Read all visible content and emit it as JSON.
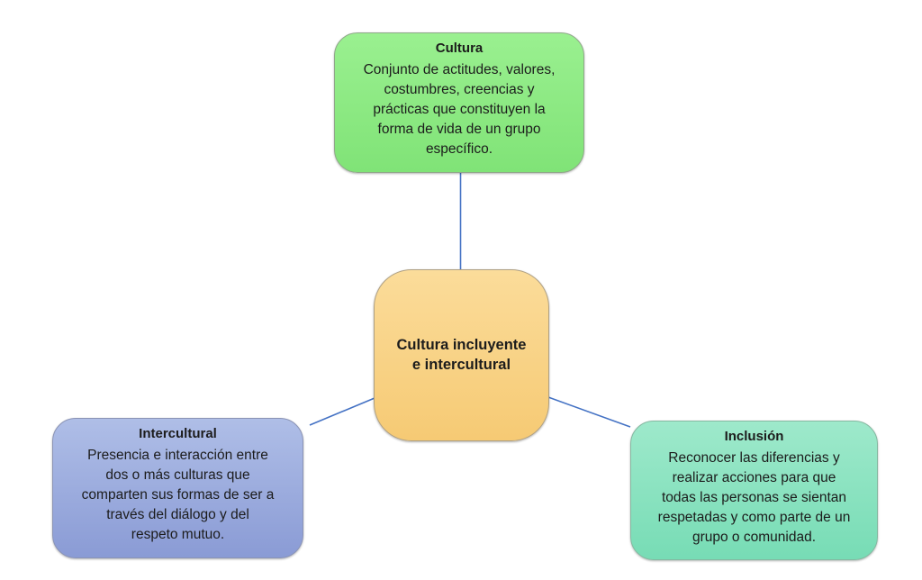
{
  "diagram": {
    "background_color": "#ffffff",
    "connector_color": "#4472C4",
    "text_color": "#1c1c1c",
    "nodes": {
      "center": {
        "title": "Cultura incluyente\ne intercultural",
        "fill_top": "#FBDC9A",
        "fill_bottom": "#F6CA74",
        "border": "#AFA083"
      },
      "top": {
        "title": "Cultura",
        "body": "Conjunto de actitudes, valores,\ncostumbres, creencias y\nprácticas que constituyen la\nforma de vida de un grupo\nespecífico.",
        "fill_top": "#9AF090",
        "fill_bottom": "#80E377",
        "border": "#8FA889"
      },
      "left": {
        "title": "Intercultural",
        "body": "Presencia e interacción entre\ndos o más culturas que\ncomparten sus formas de ser a\ntravés del diálogo y del\nrespeto mutuo.",
        "fill_top": "#AFBEE7",
        "fill_bottom": "#8A9BD5",
        "border": "#8A93B5"
      },
      "right": {
        "title": "Inclusión",
        "body": "Reconocer las diferencias y\nrealizar acciones para que\ntodas las personas se sientan\nrespetadas y como parte de un\ngrupo o comunidad.",
        "fill_top": "#9EE9CB",
        "fill_bottom": "#77DCB5",
        "border": "#85B7A0"
      }
    }
  }
}
